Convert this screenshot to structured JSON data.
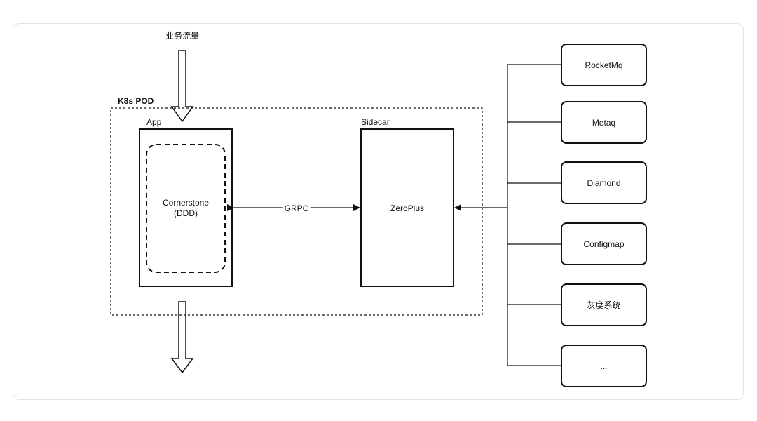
{
  "traffic_label": "业务流量",
  "pod_label": "K8s POD",
  "app": {
    "label": "App",
    "inner_line1": "Cornerstone",
    "inner_line2": "(DDD)"
  },
  "link_label": "GRPC",
  "sidecar": {
    "label": "Sidecar",
    "inner": "ZeroPlus"
  },
  "services": [
    "RocketMq",
    "Metaq",
    "Diamond",
    "Configmap",
    "灰度系统",
    "..."
  ]
}
